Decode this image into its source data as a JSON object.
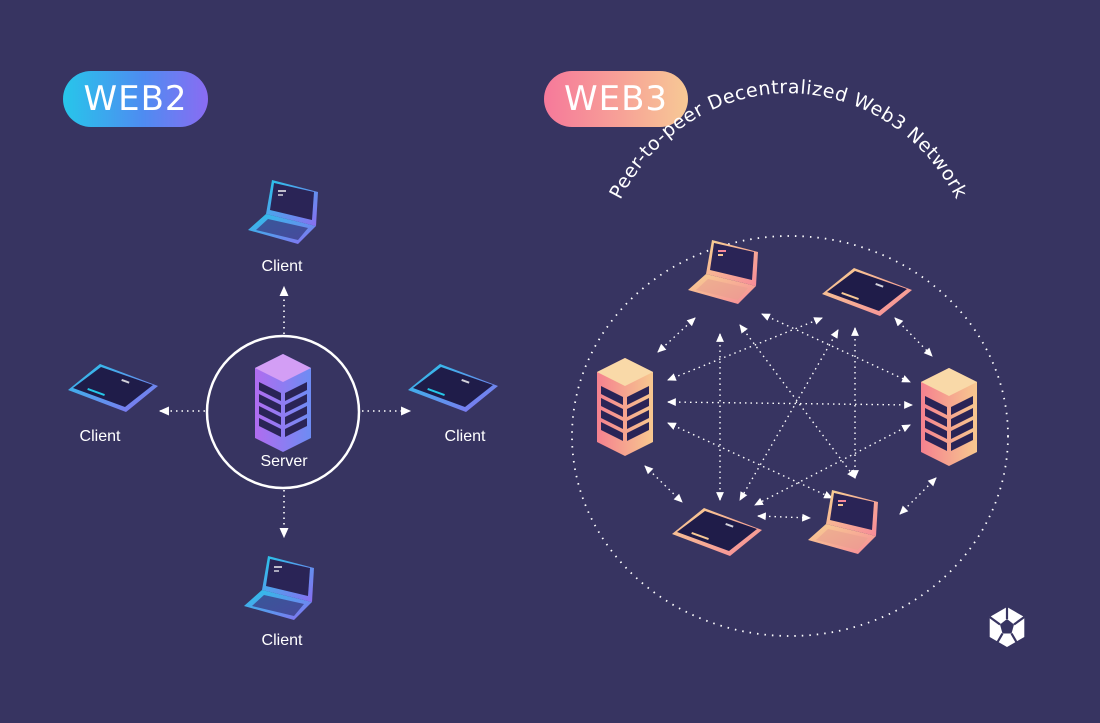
{
  "web2": {
    "badge": "WEB2",
    "server_label": "Server",
    "client_label": "Client"
  },
  "web3": {
    "badge": "WEB3",
    "ring_caption": "Peer-to-peer Decentralized Web3 Network"
  },
  "logo": {
    "icon": "hexagon-star-logo-icon"
  },
  "colors": {
    "background": "#373461",
    "web2_gradient": [
      "#27c6ea",
      "#8a6cf2"
    ],
    "web3_gradient": [
      "#f6799a",
      "#f7c995"
    ],
    "connector": "#ffffff"
  }
}
